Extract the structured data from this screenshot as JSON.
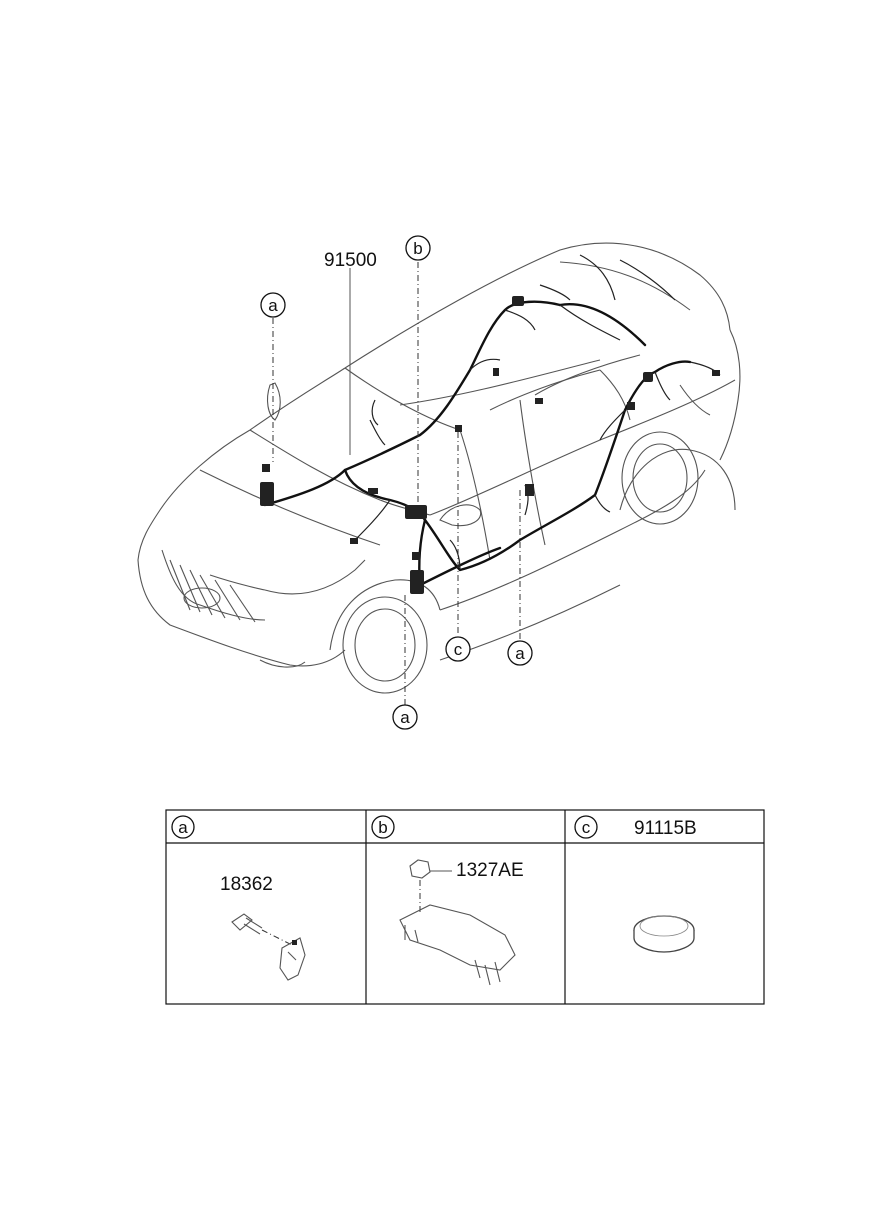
{
  "diagram": {
    "part_number_main": "91500",
    "callouts": {
      "a": "a",
      "b": "b",
      "c": "c"
    },
    "table": {
      "col_a": {
        "letter": "a",
        "header_text": "",
        "part": "18362"
      },
      "col_b": {
        "letter": "b",
        "header_text": "",
        "part": "1327AE"
      },
      "col_c": {
        "letter": "c",
        "header_text": "91115B",
        "part": ""
      }
    }
  }
}
